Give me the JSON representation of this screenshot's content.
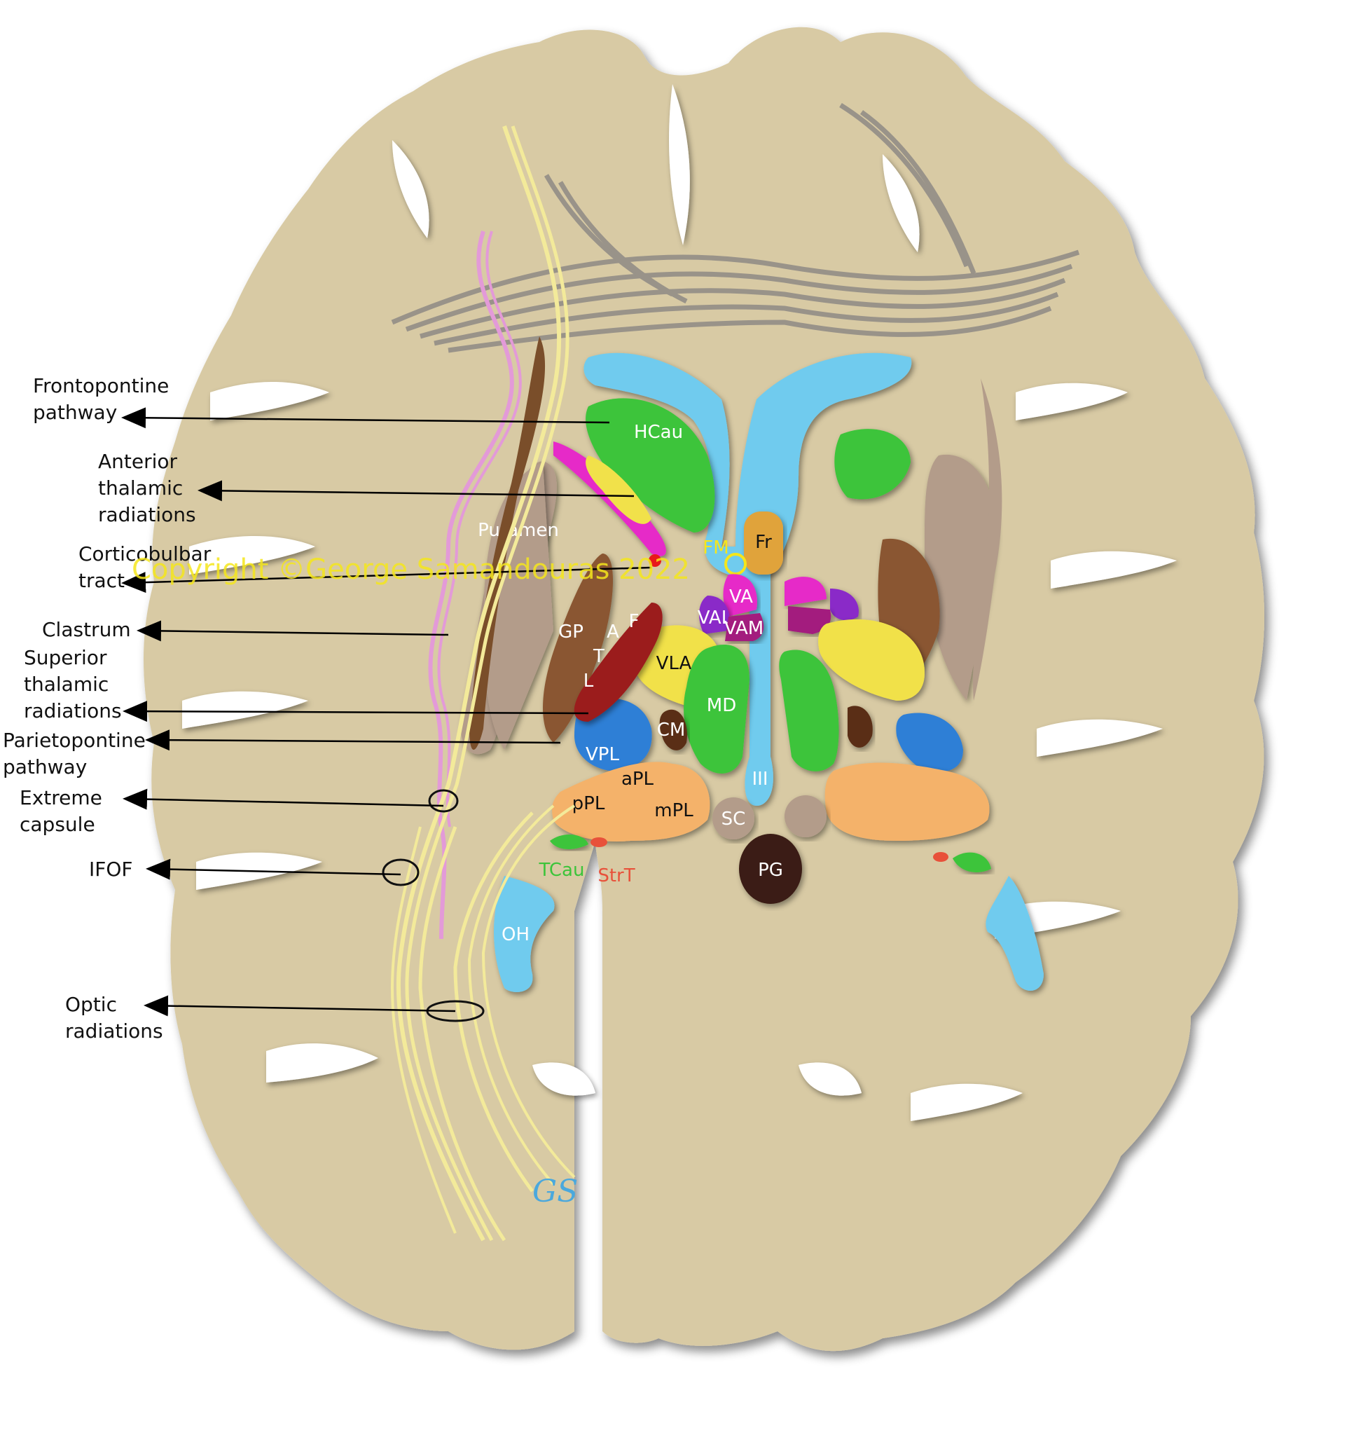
{
  "callouts": {
    "frontopontine": [
      "Frontopontine",
      "pathway"
    ],
    "anterior_thalamic": [
      "Anterior",
      "thalamic",
      "radiations"
    ],
    "corticobulbar": [
      "Corticobulbar",
      "tract"
    ],
    "clastrum": [
      "Clastrum"
    ],
    "superior_thalamic": [
      "Superior",
      "thalamic",
      "radiations"
    ],
    "parietopontine": [
      "Parietopontine",
      "pathway"
    ],
    "extreme_capsule": [
      "Extreme",
      "capsule"
    ],
    "ifof": [
      "IFOF"
    ],
    "optic_radiations": [
      "Optic",
      "radiations"
    ]
  },
  "structures": {
    "hcau": "HCau",
    "putamen": "Putamen",
    "gp": "GP",
    "fr": "Fr",
    "fm": "FM",
    "va": "VA",
    "val": "VAL",
    "vam": "VAM",
    "vla": "VLA",
    "md": "MD",
    "cm": "CM",
    "vpl": "VPL",
    "apl": "aPL",
    "ppl": "pPL",
    "mpl": "mPL",
    "sc": "SC",
    "iii": "III",
    "pg": "PG",
    "tcau": "TCau",
    "strt": "StrT",
    "oh": "OH",
    "a": "A",
    "f": "F",
    "t": "T",
    "l": "L"
  },
  "copyright": "Copyright ©George Samandouras 2022",
  "signature": "GS",
  "colors": {
    "brain": "#d8caa4",
    "ventricle": "#6fcbee",
    "caudate": "#3cc43a",
    "putamen": "#b39c8a",
    "gp": "#8a5730",
    "thalamus_yellow": "#f1e14a",
    "vpl_blue": "#2f7fd6",
    "pulvinar": "#f4b26a",
    "magenta": "#e629c8",
    "pink": "#e39ad8",
    "cream_fibers": "#f3ea9a",
    "gray_fibers": "#8f8a85"
  }
}
